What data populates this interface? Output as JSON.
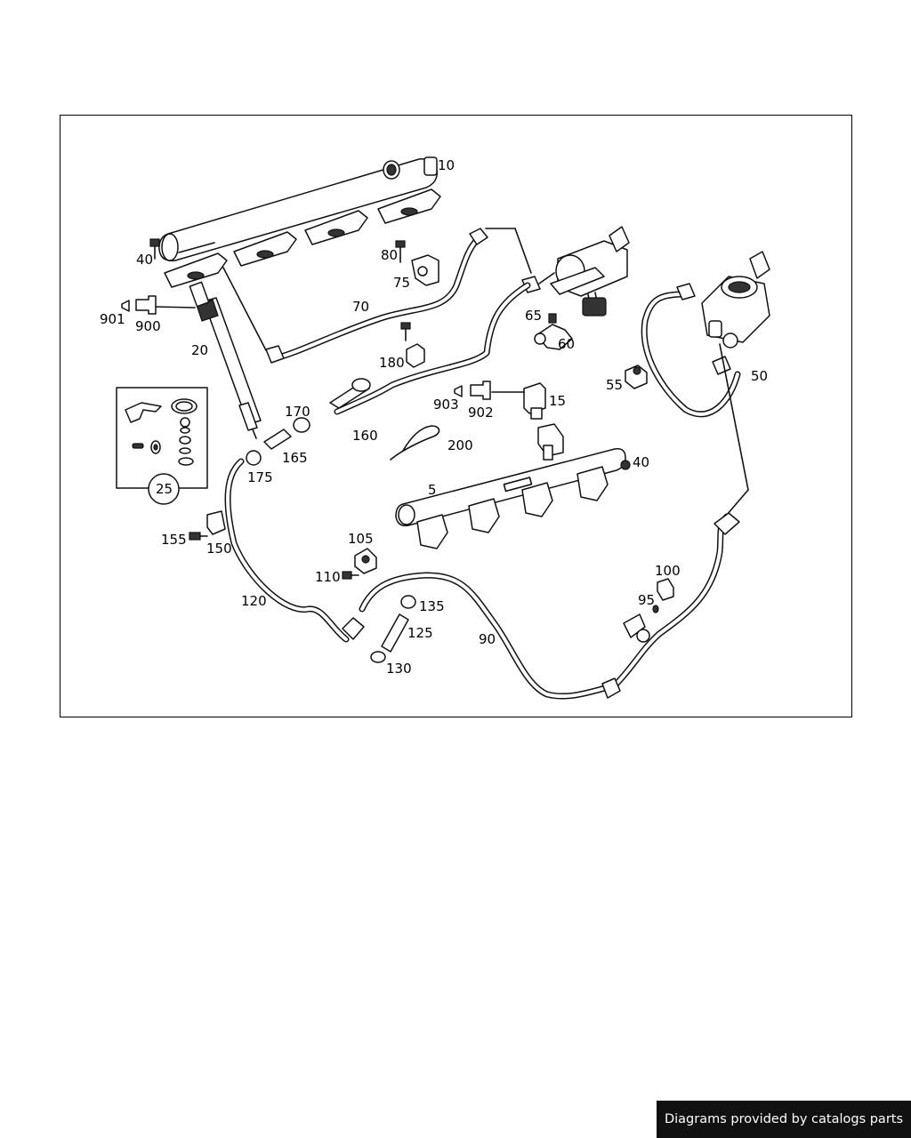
{
  "footer": {
    "text": "Diagrams provided by catalogs parts"
  },
  "callouts": [
    {
      "id": "10",
      "label": "10"
    },
    {
      "id": "40a",
      "label": "40"
    },
    {
      "id": "80",
      "label": "80"
    },
    {
      "id": "75",
      "label": "75"
    },
    {
      "id": "70",
      "label": "70"
    },
    {
      "id": "901",
      "label": "901"
    },
    {
      "id": "900",
      "label": "900"
    },
    {
      "id": "20",
      "label": "20"
    },
    {
      "id": "65",
      "label": "65"
    },
    {
      "id": "60",
      "label": "60"
    },
    {
      "id": "180",
      "label": "180"
    },
    {
      "id": "55",
      "label": "55"
    },
    {
      "id": "50",
      "label": "50"
    },
    {
      "id": "903",
      "label": "903"
    },
    {
      "id": "902",
      "label": "902"
    },
    {
      "id": "15",
      "label": "15"
    },
    {
      "id": "170",
      "label": "170"
    },
    {
      "id": "160",
      "label": "160"
    },
    {
      "id": "200",
      "label": "200"
    },
    {
      "id": "165",
      "label": "165"
    },
    {
      "id": "175",
      "label": "175"
    },
    {
      "id": "40b",
      "label": "40"
    },
    {
      "id": "5",
      "label": "5"
    },
    {
      "id": "25",
      "label": "25"
    },
    {
      "id": "155",
      "label": "155"
    },
    {
      "id": "150",
      "label": "150"
    },
    {
      "id": "105",
      "label": "105"
    },
    {
      "id": "110",
      "label": "110"
    },
    {
      "id": "100",
      "label": "100"
    },
    {
      "id": "95",
      "label": "95"
    },
    {
      "id": "120",
      "label": "120"
    },
    {
      "id": "135",
      "label": "135"
    },
    {
      "id": "125",
      "label": "125"
    },
    {
      "id": "90",
      "label": "90"
    },
    {
      "id": "130",
      "label": "130"
    }
  ]
}
